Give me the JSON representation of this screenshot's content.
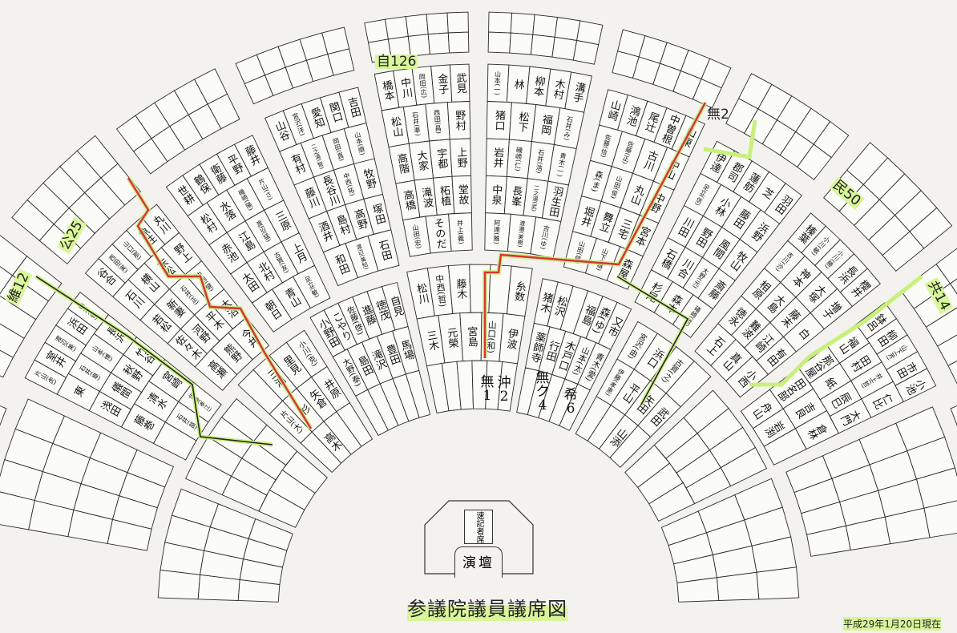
{
  "title": "参議院議員議席図",
  "date": "平成29年1月20日現在",
  "podium": {
    "stenographer": "速記者席",
    "lectern": "演壇"
  },
  "party_labels": {
    "ldp": "自126",
    "dp": "民50",
    "komei": "公25",
    "ishin": "維12",
    "jcp": "共14",
    "ind2": "無2",
    "ind1": "無1",
    "okinawa": "沖2",
    "indclub": "無ク4",
    "kibou": "希6"
  },
  "colors": {
    "ruling_line": "#d8343c",
    "highlight": "#c8f07a"
  },
  "blocks": {
    "B1": [
      [
        "橋本",
        "中川",
        "岡田(広)",
        "金子",
        "武見"
      ],
      [
        "松山",
        "石井(準)",
        "西田(昌)",
        "野村"
      ],
      [
        "高階",
        "大家",
        "宇都",
        "上野"
      ],
      [
        "高橋",
        "滝波",
        "柘植",
        "堂故"
      ],
      [
        "山田(宏)",
        "そのだ",
        "井上(義)"
      ]
    ],
    "B2": [
      [
        "山本(一)",
        "林",
        "柳本",
        "木村",
        "溝手"
      ],
      [
        "猪口",
        "松下",
        "福岡",
        "石井(み)"
      ],
      [
        "岩井",
        "磯崎(仁)",
        "石井(浩)",
        "青木(一)"
      ],
      [
        "中泉",
        "長峯",
        "二之湯(武)",
        "羽生田"
      ],
      [
        "阿達(雅)",
        "渡邉(美樹)",
        "吉川(ゆ)"
      ]
    ],
    "B3": [
      [
        "山谷",
        "宮沢(洋)",
        "愛知",
        "関口",
        "吉田"
      ],
      [
        "有村",
        "二之湯(智)",
        "岡田(直)",
        "山本(順)"
      ],
      [
        "藤川",
        "長谷川",
        "中西(祐)",
        "牧野"
      ],
      [
        "酒井",
        "島村",
        "高野",
        "塚田"
      ],
      [
        "和田",
        "渡辺(美知)",
        "石田"
      ]
    ],
    "B4": [
      [
        "山崎",
        "鴻池",
        "尾辻",
        "中曽根",
        "山東"
      ],
      [
        "佐藤(信)",
        "佐藤(正)",
        "古川",
        "中山"
      ],
      [
        "森(ま)",
        "山田(俊)",
        "丸山",
        "中野"
      ],
      [
        "堀井",
        "舞立",
        "三宅",
        "宮本"
      ],
      [
        "山田(修)",
        "山下(雄)",
        "森屋"
      ]
    ],
    "B5": [
      [
        "世耕",
        "鶴保",
        "衛藤",
        "平野",
        "藤井"
      ],
      [
        "松村",
        "水落",
        "磯崎(陽)",
        "片山(さ)"
      ],
      [
        "赤池",
        "江島",
        "渡辺(猛)",
        "三原"
      ],
      [
        "太田",
        "北村",
        "古賀(友)",
        "上月"
      ],
      [
        "朝日",
        "青山",
        "足立(敏)"
      ]
    ],
    "B6": [
      [
        "伊達",
        "郡司",
        "蓮舫",
        "芝",
        "羽田"
      ],
      [
        "足立(信)",
        "小林",
        "藤田",
        "浜野"
      ],
      [
        "川田",
        "野田",
        "風間",
        "牧山"
      ],
      [
        "石橋",
        "川合",
        "大野(元)",
        "斎藤"
      ],
      [
        "杉尾",
        "森本",
        "礒崎(哲)"
      ]
    ],
    "B7": [
      [
        "谷合",
        "西田(実)",
        "山口(那)",
        "魚住",
        "丸川"
      ],
      [
        "石川",
        "横山",
        "末松",
        "野上"
      ],
      [
        "若松",
        "新妻",
        "石井(正)",
        "中西(健)"
      ],
      [
        "佐々木",
        "河野",
        "平木",
        "大沼"
      ],
      [
        "高瀬",
        "熊野",
        "今井"
      ]
    ],
    "B8": [
      [
        "榛葉",
        "小川(敏)",
        "小川(勝)",
        "長浜",
        "櫻井"
      ],
      [
        "吉川(沙)",
        "神本",
        "大塚",
        "増子"
      ],
      [
        "相原",
        "大島",
        "藤末",
        "白"
      ],
      [
        "徳永",
        "難波",
        "江崎",
        "有田"
      ],
      [
        "石上",
        "真山",
        "小西"
      ]
    ],
    "B9": [
      [
        "片山(虎)",
        "室井",
        "渡辺(美)",
        "浜田",
        "山本(香)"
      ],
      [
        "東",
        "石井(章)",
        "山本(博)",
        "長沢"
      ],
      [
        "浅田",
        "儀間",
        "秋野",
        "竹谷"
      ],
      [
        "藤巻",
        "清水",
        "宮崎"
      ],
      [
        "",
        "石井(苗)",
        "伊藤(孝江)"
      ]
    ],
    "B10": [
      [
        "鉢呂",
        "柳田",
        "山下(芳)",
        "市田",
        "小池"
      ],
      [
        "福山",
        "田村",
        "井上(哲)",
        "仁比"
      ],
      [
        "那谷屋",
        "紙",
        "辰巳",
        "大門"
      ],
      [
        "田名部",
        "吉良",
        "倉林"
      ],
      [
        "舟山",
        "岩渕",
        ""
      ]
    ],
    "FC": [
      [
        "松川",
        "中西(哲)",
        "藤木",
        "",
        "",
        "糸数"
      ],
      [
        "三木",
        "元榮",
        "宮島",
        "山口(和)",
        "伊波"
      ],
      [
        "",
        "",
        "",
        "",
        "",
        ""
      ]
    ],
    "FR0": [
      [
        "猪木",
        "松沢",
        "",
        "福島",
        "森(ゆ)",
        "又市"
      ],
      [
        "薬師寺",
        "行田",
        "木戸口",
        "山本(太)",
        "青木(愛)"
      ],
      [
        "",
        "",
        "",
        "",
        ""
      ]
    ],
    "FR1": [
      [
        "宮沢(由)",
        "浜口",
        "古賀(之)",
        ""
      ],
      [
        "伊藤(孝恵)",
        "平山",
        "矢田",
        "武田"
      ],
      [
        "",
        "",
        "山添",
        ""
      ]
    ],
    "FL1": [
      [
        "小野田",
        "こやり",
        "佐藤(啓)",
        "進藤",
        "徳茂",
        "自見"
      ],
      [
        "大野(泰)",
        "島田",
        "滝沢",
        "豊田",
        "馬場"
      ],
      [
        "",
        "",
        "",
        "",
        ""
      ]
    ],
    "FL2": [
      [
        "",
        "三浦",
        "里見",
        "小川(克)"
      ],
      [
        "片山(大)",
        "杉",
        "矢倉",
        "井原"
      ],
      [
        "",
        "高木",
        "",
        ""
      ]
    ]
  }
}
